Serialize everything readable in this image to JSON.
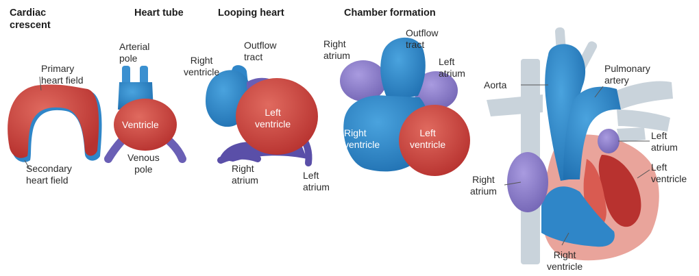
{
  "titles": {
    "cardiac_crescent": "Cardiac\ncrescent",
    "heart_tube": "Heart tube",
    "looping_heart": "Looping heart",
    "chamber_formation": "Chamber formation"
  },
  "crescent": {
    "primary": "Primary\nheart field",
    "secondary": "Secondary\nheart field"
  },
  "tube": {
    "arterial": "Arterial\npole",
    "ventricle": "Ventricle",
    "venous": "Venous\npole"
  },
  "looping": {
    "right_ventricle": "Right\nventricle",
    "outflow": "Outflow\ntract",
    "left_ventricle": "Left\nventricle",
    "right_atrium": "Right\natrium",
    "left_atrium": "Left\natrium"
  },
  "chamber": {
    "right_atrium": "Right\natrium",
    "outflow": "Outflow\ntract",
    "left_atrium": "Left\natrium",
    "right_ventricle": "Right\nventricle",
    "left_ventricle": "Left\nventricle"
  },
  "adult": {
    "aorta": "Aorta",
    "pulmonary": "Pulmonary\nartery",
    "left_atrium": "Left\natrium",
    "left_ventricle": "Left\nventricle",
    "right_atrium": "Right\natrium",
    "right_ventricle": "Right\nventricle"
  },
  "colors": {
    "red": "#c9433f",
    "blue": "#2f86c8",
    "purple": "#8a7fc4",
    "grey": "#c9d3db"
  }
}
